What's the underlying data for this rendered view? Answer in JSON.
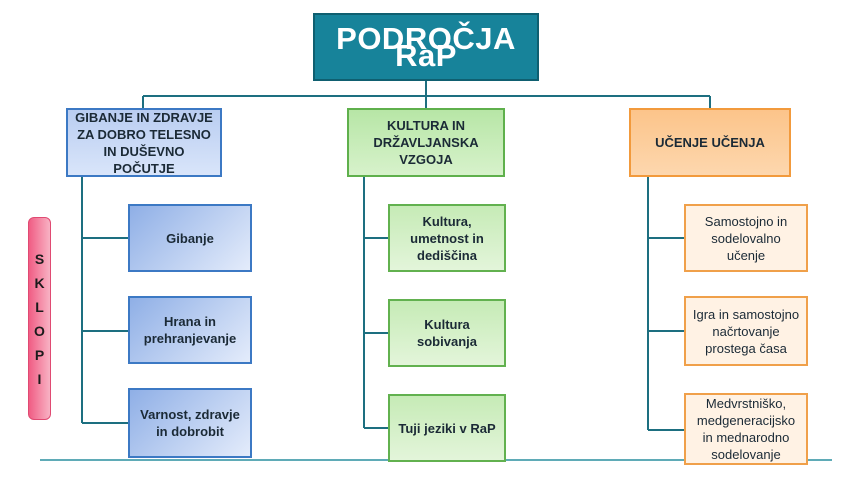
{
  "title": "PODROČJA RaP",
  "areas": [
    {
      "label": "GIBANJE IN ZDRAVJE ZA DOBRO TELESNO IN DUŠEVNO POČUTJE",
      "items": [
        "Gibanje",
        "Hrana in prehranjevanje",
        "Varnost, zdravje in dobrobit"
      ]
    },
    {
      "label": "KULTURA IN DRŽAVLJANSKA VZGOJA",
      "items": [
        "Kultura, umetnost in dediščina",
        "Kultura sobivanja",
        "Tuji jeziki v RaP"
      ]
    },
    {
      "label": "UČENJE UČENJA",
      "items": [
        "Samostojno in sodelovalno  učenje",
        "Igra in samostojno načrtovanje prostega časa",
        "Medvrstniško, medgeneracijsko in mednarodno sodelovanje"
      ]
    }
  ],
  "side_label": [
    "S",
    "K",
    "L",
    "O",
    "P",
    "I"
  ],
  "colors": {
    "title": "#17839a",
    "lines": "#1d6f80",
    "blue": "#3c79c4",
    "green": "#5fb04c",
    "orange": "#f29a3c",
    "side": "#f05d84"
  }
}
